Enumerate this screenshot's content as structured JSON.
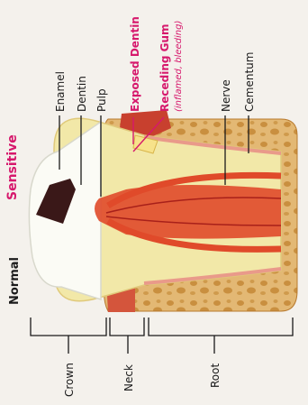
{
  "labels": {
    "sensitive": "Sensitive",
    "normal": "Normal",
    "enamel": "Enamel",
    "dentin": "Dentin",
    "pulp": "Pulp",
    "exposed_dentin": "Exposed Dentin",
    "receding_gum": "Receding Gum",
    "receding_gum_note": "(inflamed, bleeding)",
    "nerve": "Nerve",
    "cementum": "Cementum",
    "crown": "Crown",
    "neck": "Neck",
    "root": "Root"
  },
  "colors": {
    "magenta": "#d6186c",
    "black": "#1a1a1a",
    "bone": "#e3b874",
    "bone_holes": "#b87a2e",
    "dentin": "#f2e8a8",
    "pulp": "#e04a2a",
    "enamel": "#fbfbf5",
    "gum": "#c8402e",
    "background": "#f4f1ec"
  }
}
